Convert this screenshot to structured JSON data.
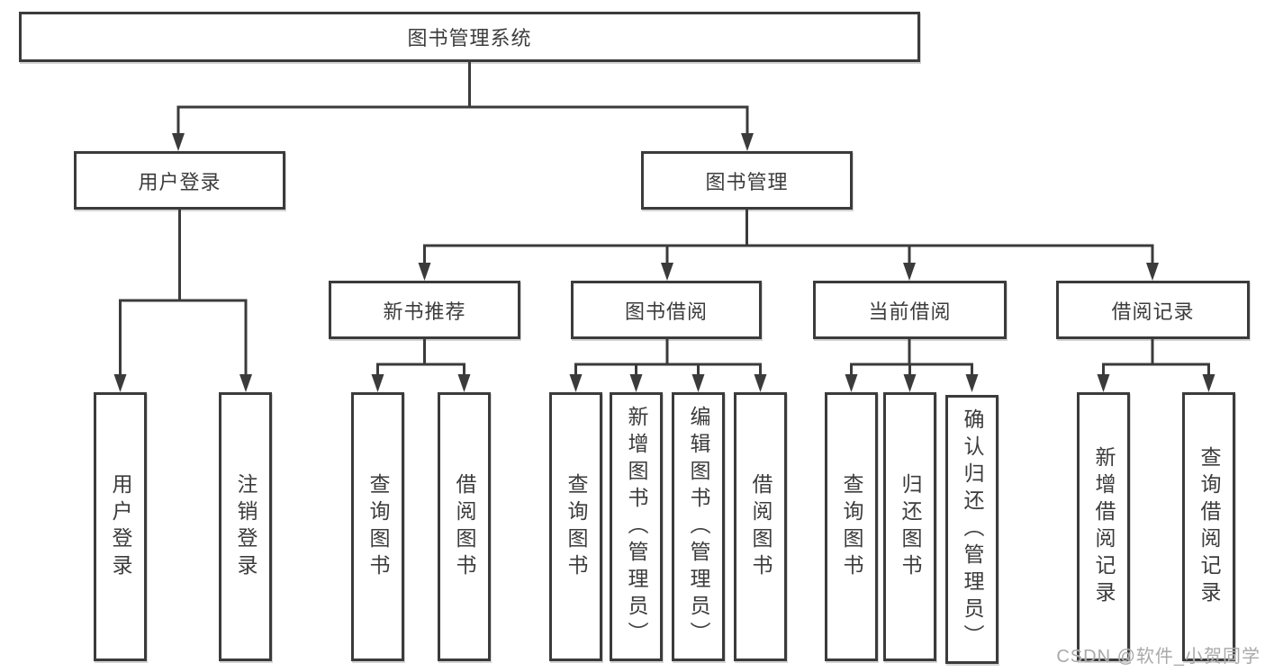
{
  "tree": {
    "root": "图书管理系统",
    "children": [
      {
        "label": "用户登录",
        "children": [
          {
            "label": "用户登录"
          },
          {
            "label": "注销登录"
          }
        ]
      },
      {
        "label": "图书管理",
        "children": [
          {
            "label": "新书推荐",
            "children": [
              {
                "label": "查询图书"
              },
              {
                "label": "借阅图书"
              }
            ]
          },
          {
            "label": "图书借阅",
            "children": [
              {
                "label": "查询图书"
              },
              {
                "label": "新增图书（管理员）"
              },
              {
                "label": "编辑图书（管理员）"
              },
              {
                "label": "借阅图书"
              }
            ]
          },
          {
            "label": "当前借阅",
            "children": [
              {
                "label": "查询图书"
              },
              {
                "label": "归还图书"
              },
              {
                "label": "确认归还（管理员）"
              }
            ]
          },
          {
            "label": "借阅记录",
            "children": [
              {
                "label": "新增借阅记录"
              },
              {
                "label": "查询借阅记录"
              }
            ]
          }
        ]
      }
    ]
  },
  "watermark": {
    "text": "CSDN @软件_小贺同学"
  },
  "colors": {
    "line": "#3b3b3b",
    "text": "#3c3c3c",
    "background": "#ffffff",
    "watermark": "#a9a9a9"
  }
}
